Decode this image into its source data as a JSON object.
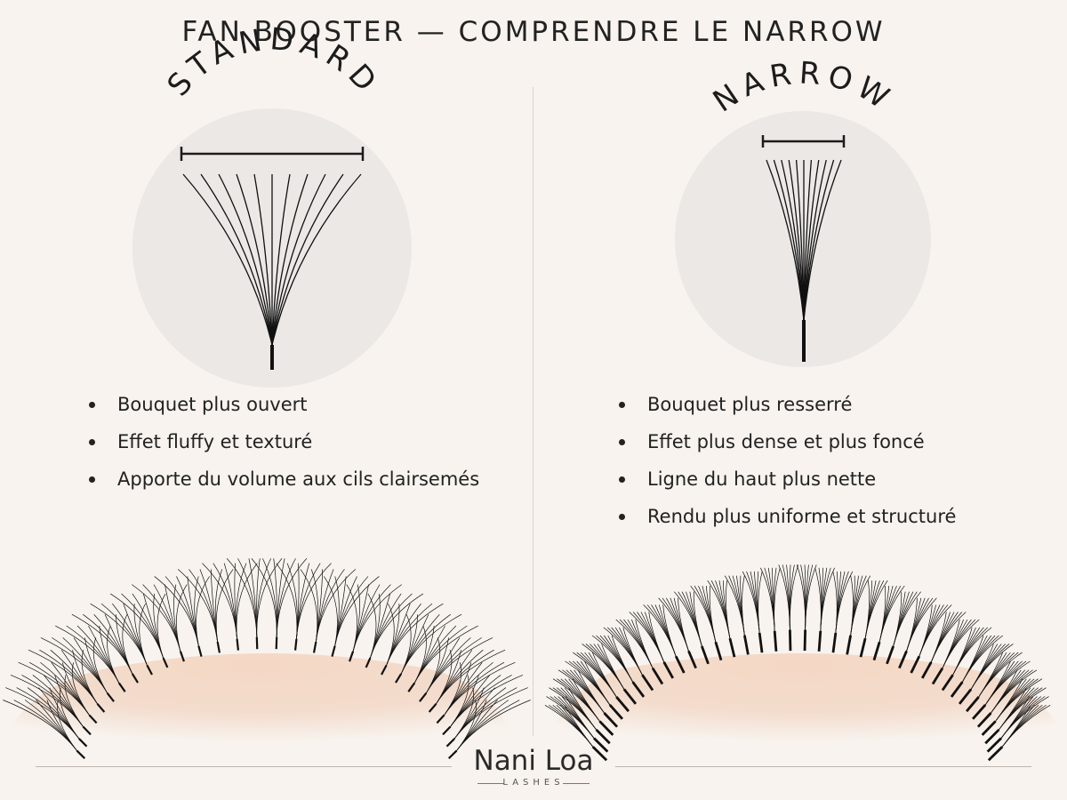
{
  "title": "FAN BOOSTER — COMPRENDRE LE NARROW",
  "standard": {
    "label": "STANDARD",
    "bullets": [
      "Bouquet plus ouvert",
      "Effet fluffy et texturé",
      "Apporte du volume aux cils clairsemés"
    ]
  },
  "narrow": {
    "label": "NARROW",
    "bullets": [
      "Bouquet plus resserré",
      "Effet plus dense et plus foncé",
      "Ligne du haut plus nette",
      "Rendu plus uniforme et structuré"
    ]
  },
  "brand": {
    "name": "Nani Loa",
    "sub": "LASHES"
  },
  "colors": {
    "background": "#f8f3ee",
    "circle": "#ebe8e5",
    "skin": "#f0cdb7",
    "lash": "#111111"
  }
}
